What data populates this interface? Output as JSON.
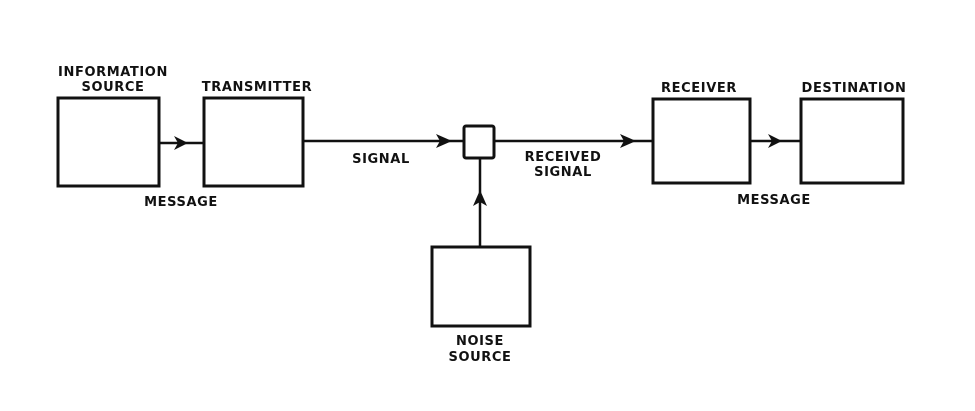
{
  "title": "Schematic diagram of a general communication system",
  "colors": {
    "ink": "#111111",
    "background": "#ffffff"
  },
  "nodes": [
    {
      "id": "information-source",
      "label_lines": [
        "INFORMATION",
        "SOURCE"
      ]
    },
    {
      "id": "transmitter",
      "label_lines": [
        "TRANSMITTER"
      ]
    },
    {
      "id": "junction",
      "label_lines": []
    },
    {
      "id": "receiver",
      "label_lines": [
        "RECEIVER"
      ]
    },
    {
      "id": "destination",
      "label_lines": [
        "DESTINATION"
      ]
    },
    {
      "id": "noise-source",
      "label_lines": [
        "NOISE",
        "SOURCE"
      ]
    }
  ],
  "edges": [
    {
      "from": "information-source",
      "to": "transmitter",
      "label_lines": [
        "MESSAGE"
      ]
    },
    {
      "from": "transmitter",
      "to": "junction",
      "label_lines": [
        "SIGNAL"
      ]
    },
    {
      "from": "junction",
      "to": "receiver",
      "label_lines": [
        "RECEIVED",
        "SIGNAL"
      ]
    },
    {
      "from": "receiver",
      "to": "destination",
      "label_lines": [
        "MESSAGE"
      ]
    },
    {
      "from": "noise-source",
      "to": "junction",
      "label_lines": []
    }
  ]
}
